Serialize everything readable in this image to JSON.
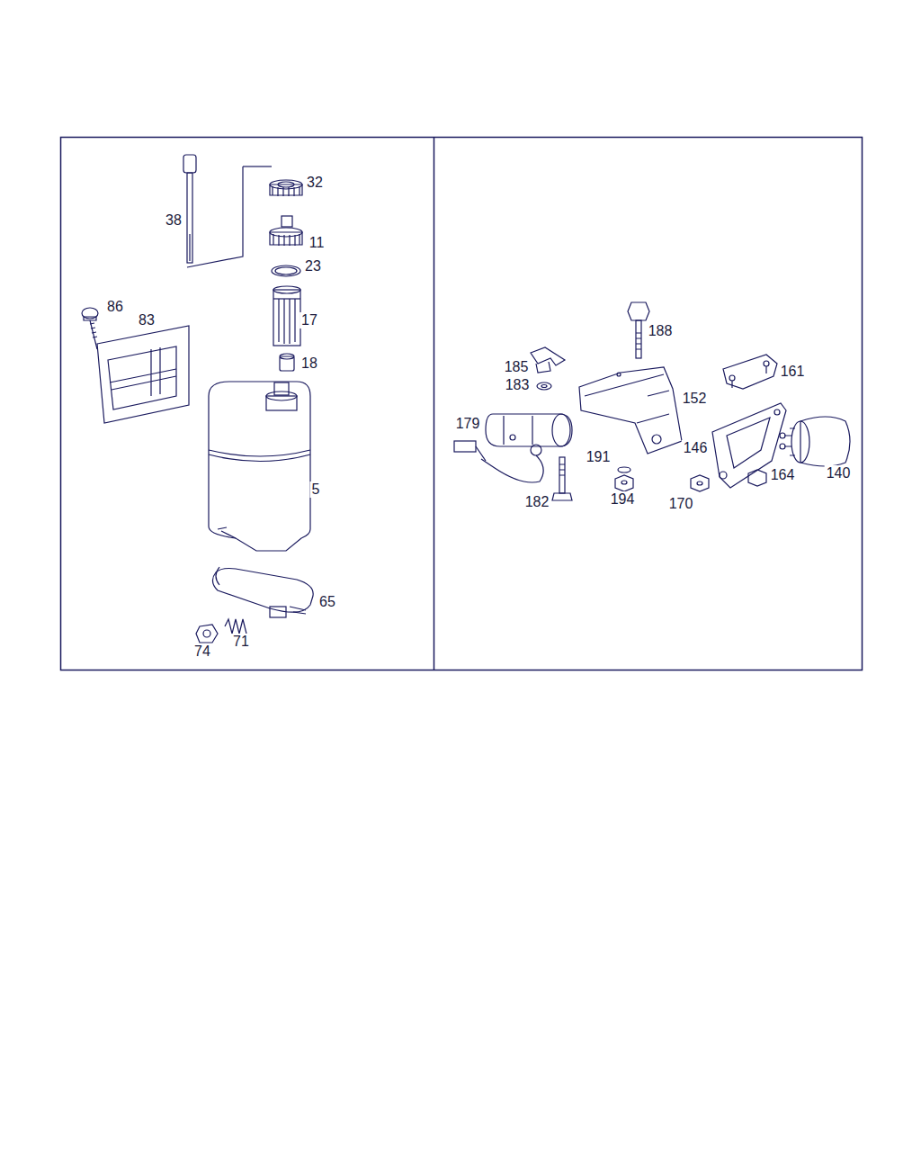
{
  "diagram": {
    "labels": [
      "32",
      "38",
      "11",
      "23",
      "86",
      "83",
      "17",
      "18",
      "5",
      "65",
      "71",
      "74",
      "188",
      "185",
      "161",
      "183",
      "152",
      "179",
      "146",
      "191",
      "140",
      "164",
      "182",
      "194",
      "170"
    ]
  }
}
